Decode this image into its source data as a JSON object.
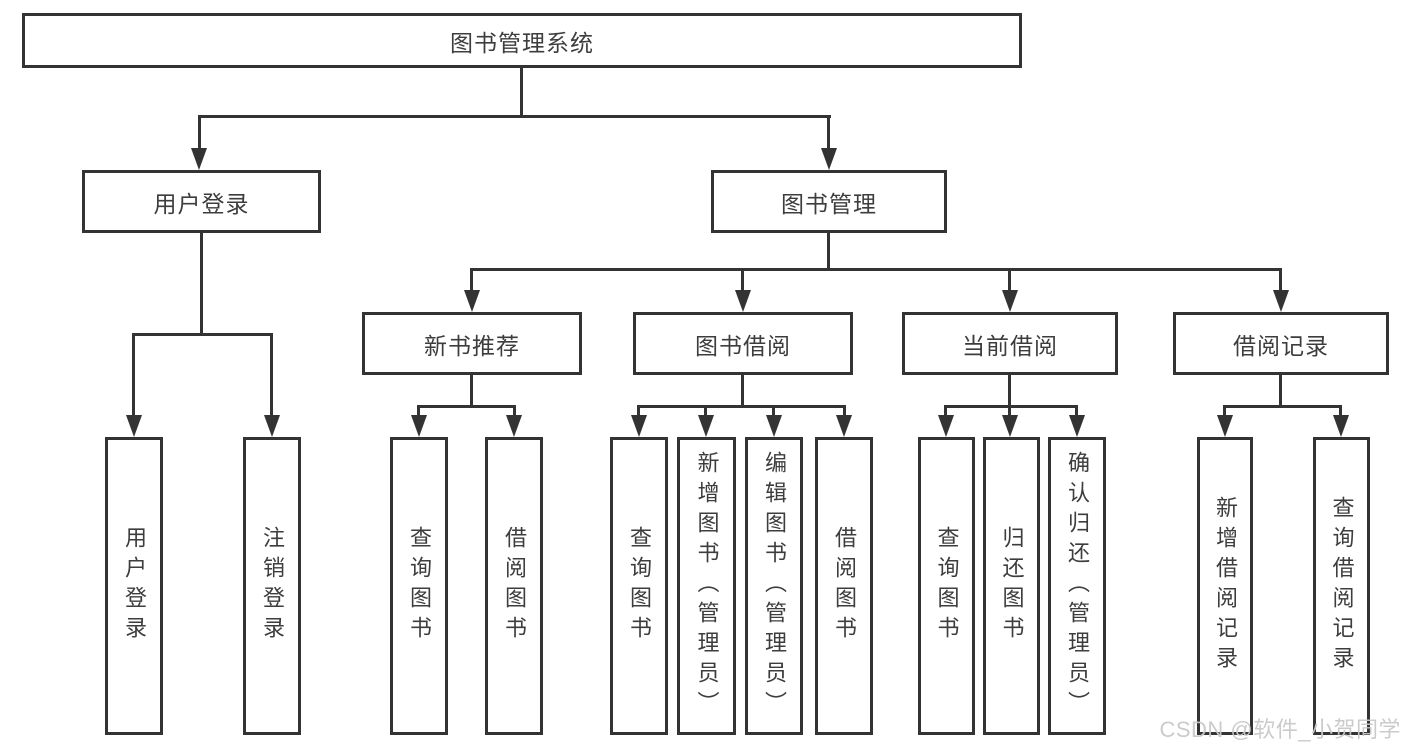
{
  "colors": {
    "line": "#333333",
    "text": "#3d3d3d",
    "box_bg": "#ffffff",
    "watermark": "#c9c9c9"
  },
  "tree": {
    "root": {
      "label": "图书管理系统"
    },
    "user_login": {
      "label": "用户登录",
      "children": [
        {
          "label": "用户登录"
        },
        {
          "label": "注销登录"
        }
      ]
    },
    "book_mgmt": {
      "label": "图书管理",
      "sections": [
        {
          "label": "新书推荐",
          "children": [
            {
              "label": "查询图书"
            },
            {
              "label": "借阅图书"
            }
          ]
        },
        {
          "label": "图书借阅",
          "children": [
            {
              "label": "查询图书"
            },
            {
              "label": "新增图书（管理员）"
            },
            {
              "label": "编辑图书（管理员）"
            },
            {
              "label": "借阅图书"
            }
          ]
        },
        {
          "label": "当前借阅",
          "children": [
            {
              "label": "查询图书"
            },
            {
              "label": "归还图书"
            },
            {
              "label": "确认归还（管理员）"
            }
          ]
        },
        {
          "label": "借阅记录",
          "children": [
            {
              "label": "新增借阅记录"
            },
            {
              "label": "查询借阅记录"
            }
          ]
        }
      ]
    }
  },
  "watermark": {
    "text": "CSDN @软件_小贺同学"
  }
}
